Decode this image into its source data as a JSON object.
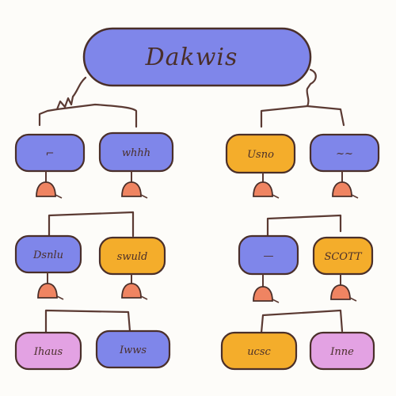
{
  "root": {
    "label": "Dakwis"
  },
  "colors": {
    "blue": "#7f86ea",
    "orange": "#f4ad2b",
    "pink": "#e3a2e3",
    "outline": "#4a2f2a",
    "connector": "#5b3a33",
    "bell": "#ef8462"
  },
  "nodes": [
    {
      "id": "n1",
      "label": "⌐",
      "color": "blue",
      "bell": true
    },
    {
      "id": "n2",
      "label": "whhh",
      "color": "blue",
      "bell": true
    },
    {
      "id": "n3",
      "label": "Usno",
      "color": "orange",
      "bell": true
    },
    {
      "id": "n4",
      "label": "~~",
      "color": "blue",
      "bell": true
    },
    {
      "id": "n5",
      "label": "Dsnlu",
      "color": "blue",
      "bell": true
    },
    {
      "id": "n6",
      "label": "swuld",
      "color": "orange",
      "bell": true
    },
    {
      "id": "n7",
      "label": "—",
      "color": "blue",
      "bell": true
    },
    {
      "id": "n8",
      "label": "SCOTT",
      "color": "orange",
      "bell": true
    },
    {
      "id": "n9",
      "label": "Ihaus",
      "color": "pink",
      "bell": false
    },
    {
      "id": "n10",
      "label": "Iwws",
      "color": "blue",
      "bell": false
    },
    {
      "id": "n11",
      "label": "ucsc",
      "color": "orange",
      "bell": false
    },
    {
      "id": "n12",
      "label": "Inne",
      "color": "pink",
      "bell": false
    }
  ]
}
